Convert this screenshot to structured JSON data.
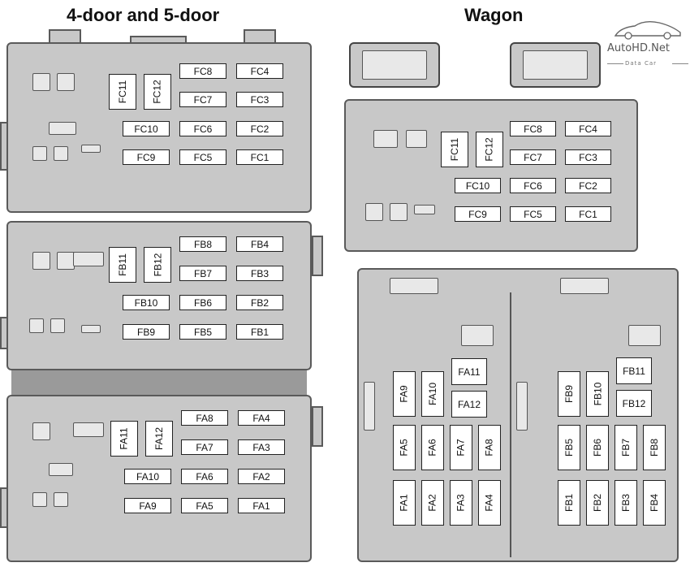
{
  "titles": {
    "left": "4-door and 5-door",
    "right": "Wagon"
  },
  "watermark": {
    "brand": "AutoHD.Net",
    "tagline": "Data Car"
  },
  "fuses": {
    "left_c": [
      "FC11",
      "FC12",
      "FC8",
      "FC4",
      "FC7",
      "FC3",
      "FC10",
      "FC6",
      "FC2",
      "FC9",
      "FC5",
      "FC1"
    ],
    "left_b": [
      "FB11",
      "FB12",
      "FB8",
      "FB4",
      "FB7",
      "FB3",
      "FB10",
      "FB6",
      "FB2",
      "FB9",
      "FB5",
      "FB1"
    ],
    "left_a": [
      "FA11",
      "FA12",
      "FA8",
      "FA4",
      "FA7",
      "FA3",
      "FA10",
      "FA6",
      "FA2",
      "FA9",
      "FA5",
      "FA1"
    ],
    "wagon_c": [
      "FC11",
      "FC12",
      "FC8",
      "FC4",
      "FC7",
      "FC3",
      "FC10",
      "FC6",
      "FC2",
      "FC9",
      "FC5",
      "FC1"
    ],
    "wagon_a": [
      "FA9",
      "FA10",
      "FA11",
      "FA12",
      "FA5",
      "FA6",
      "FA7",
      "FA8",
      "FA1",
      "FA2",
      "FA3",
      "FA4"
    ],
    "wagon_b": [
      "FB9",
      "FB10",
      "FB11",
      "FB12",
      "FB5",
      "FB6",
      "FB7",
      "FB8",
      "FB1",
      "FB2",
      "FB3",
      "FB4"
    ]
  },
  "colors": {
    "housing": "#c8c8c8",
    "outline": "#5a5a5a",
    "fuse_fill": "#ffffff"
  }
}
